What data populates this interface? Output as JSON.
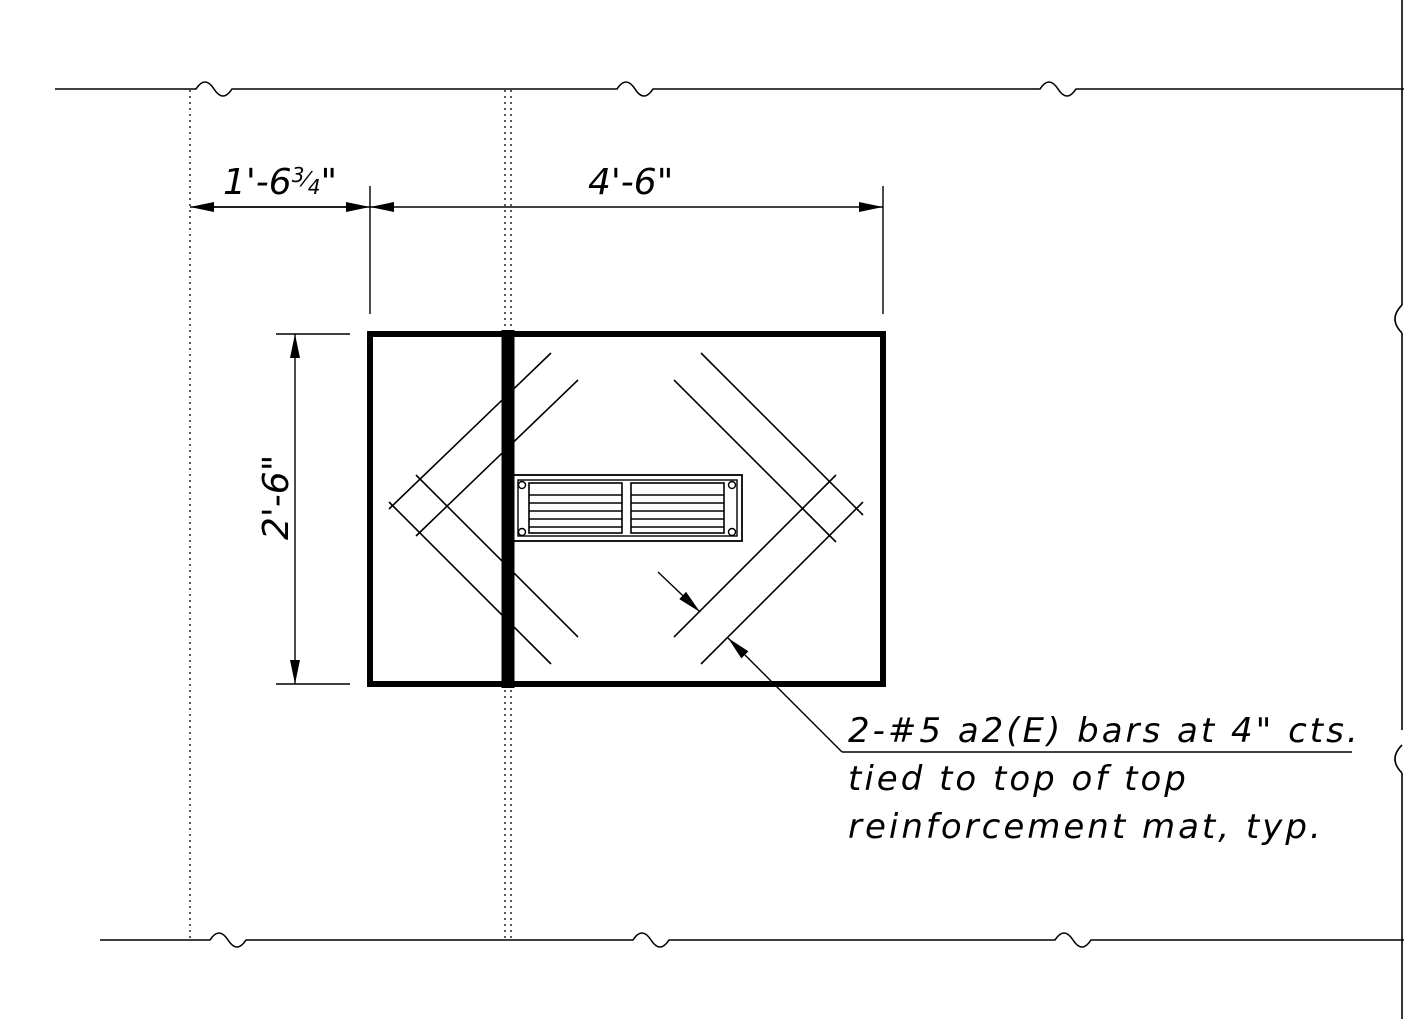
{
  "dimensions": {
    "left_offset": "1'-6¾\"",
    "left_offset_main": "1'-6",
    "left_offset_frac_num": "3",
    "left_offset_frac_den": "4",
    "left_offset_tail": "\"",
    "width": "4'-6\"",
    "height": "2'-6\""
  },
  "note": {
    "line1": "2-#5 a2(E) bars at 4\" cts.",
    "line2": "tied to top of top",
    "line3": "reinforcement mat, typ."
  },
  "colors": {
    "ink": "#000000",
    "paper": "#ffffff"
  }
}
